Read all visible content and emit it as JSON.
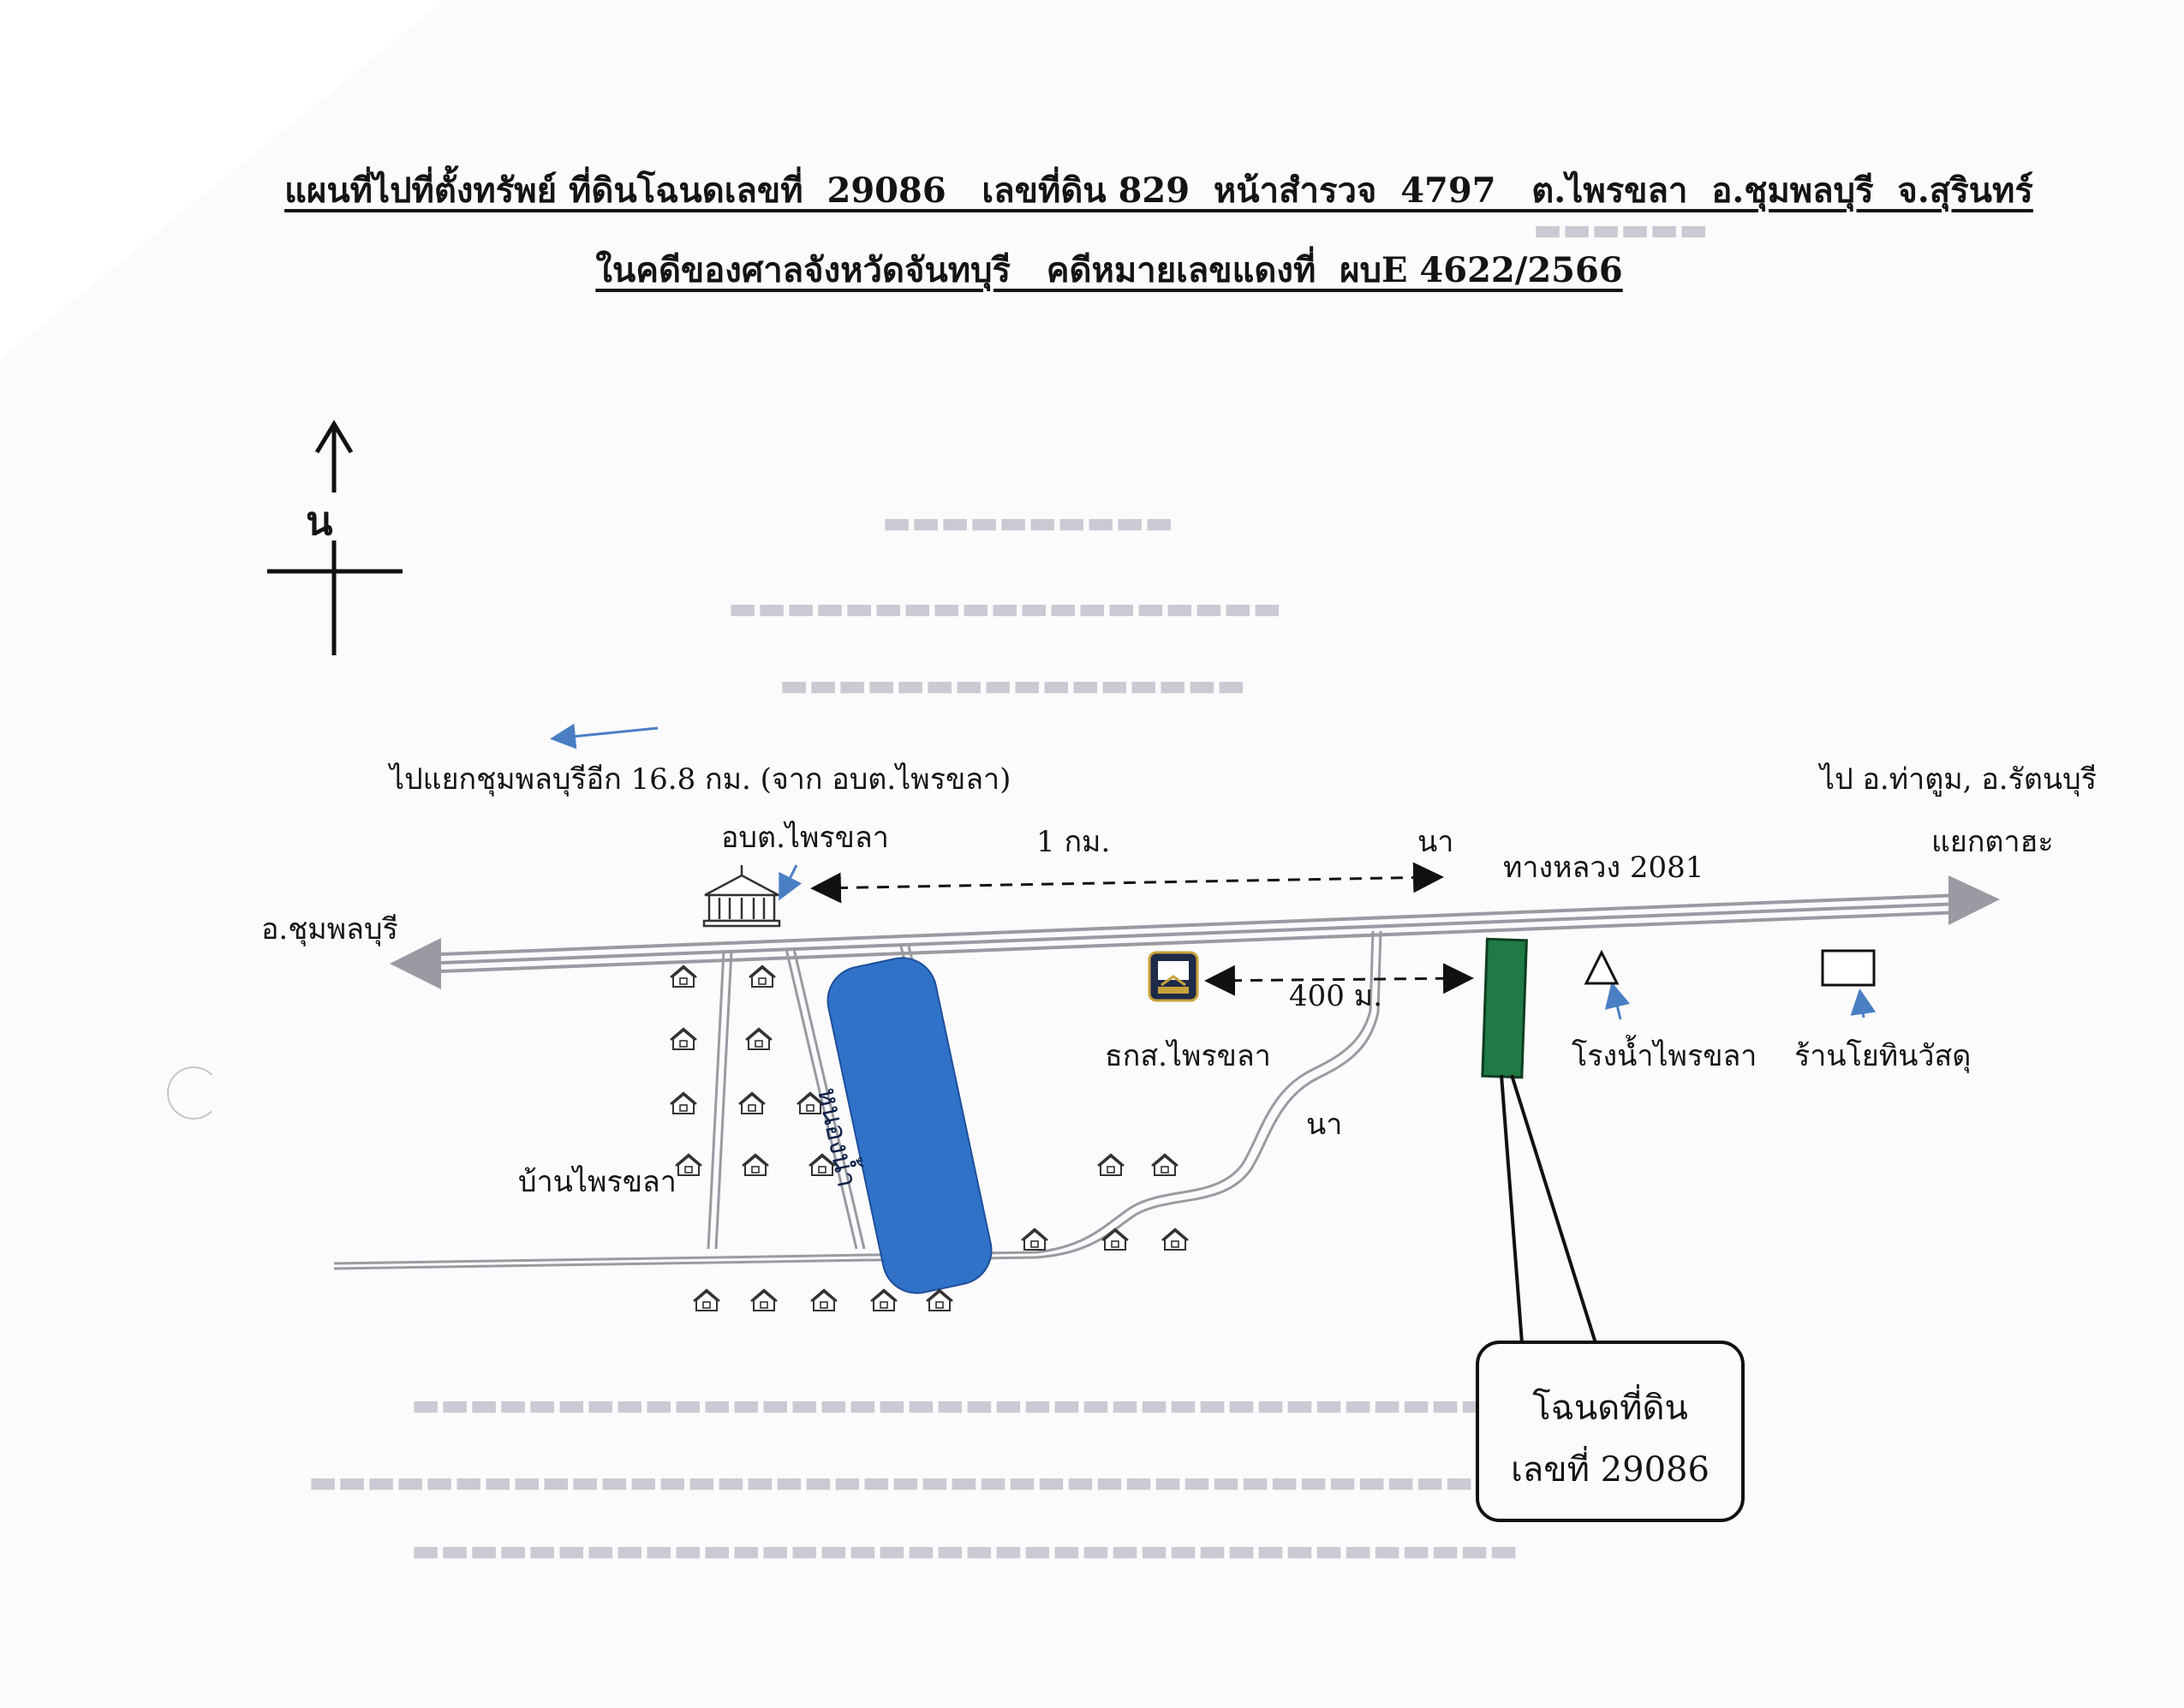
{
  "title": {
    "line1": "แผนที่ไปที่ตั้งทรัพย์ ที่ดินโฉนดเลขที่  29086   เลขที่ดิน 829  หน้าสำรวจ  4797   ต.ไพรขลา  อ.ชุมพลบุรี  จ.สุรินทร์",
    "line2": "ในคดีของศาลจังหวัดจันทบุรี   คดีหมายเลขแดงที่  ผบE 4622/2566"
  },
  "compass": {
    "north_label": "น"
  },
  "labels": {
    "to_chumphon_junction": "ไปแยกชุมพลบุรีอีก 16.8 กม. (จาก อบต.ไพรขลา)",
    "to_tha_tum": "ไป อ.ท่าตูม, อ.รัตนบุรี",
    "sao_office": "อบต.ไพรขลา",
    "distance_1km": "1 กม.",
    "field_north": "นา",
    "highway": "ทางหลวง 2081",
    "ta_sa_junction": "แยกตาฮะ",
    "district_chumphon": "อ.ชุมพลบุรี",
    "distance_400m": "400 ม.",
    "baac_branch": "ธกส.ไพรขลา",
    "water_plant": "โรงน้ำไพรขลา",
    "hardware_store": "ร้านโยทินวัสดุ",
    "field_south": "นา",
    "village": "บ้านไพรขลา",
    "pond": "หนองน้ำ"
  },
  "callout": {
    "line1": "โฉนดที่ดิน",
    "line2": "เลขที่ 29086"
  },
  "colors": {
    "pond": "#2f72c8",
    "land_plot": "#1f7a46",
    "pointer_arrow": "#4a7fc4",
    "road": "#9a9aa2"
  }
}
